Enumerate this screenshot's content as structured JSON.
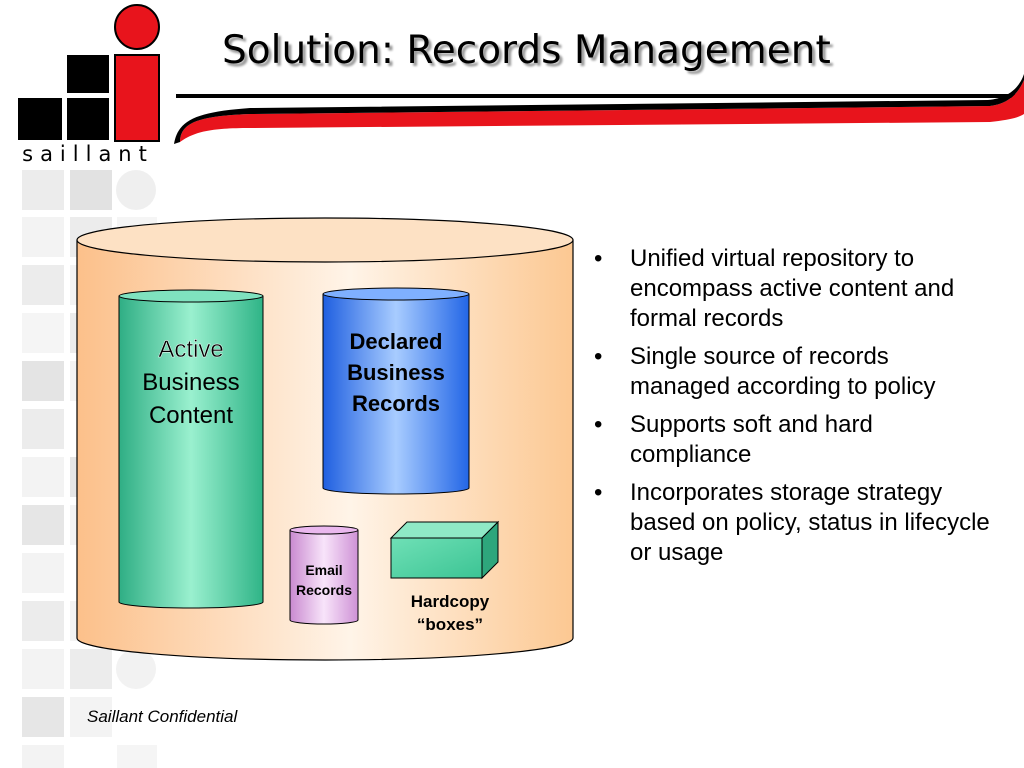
{
  "logo": {
    "text": "saillant",
    "red": "#e8141c",
    "black": "#000000"
  },
  "title": "Solution: Records Management",
  "diagram": {
    "outer_repository_color": "#fdd0a2",
    "active_content": {
      "label_lines": [
        "Active",
        "Business",
        "Content"
      ],
      "color": "#3fc79a"
    },
    "declared_records": {
      "label_lines": [
        "Declared",
        "Business",
        "Records"
      ],
      "color": "#3a78ee"
    },
    "email_records": {
      "label_lines": [
        "Email",
        "Records"
      ],
      "color": "#d9a0de"
    },
    "hardcopy": {
      "label_lines": [
        "Hardcopy",
        "“boxes”"
      ],
      "color": "#3fc79a"
    }
  },
  "bullets": [
    "Unified virtual repository to encompass active content and formal records",
    "Single source of records managed according to policy",
    "Supports soft and hard compliance",
    "Incorporates storage strategy based on policy, status in lifecycle or usage"
  ],
  "bullet_glyph": "•",
  "footer": "Saillant Confidential"
}
